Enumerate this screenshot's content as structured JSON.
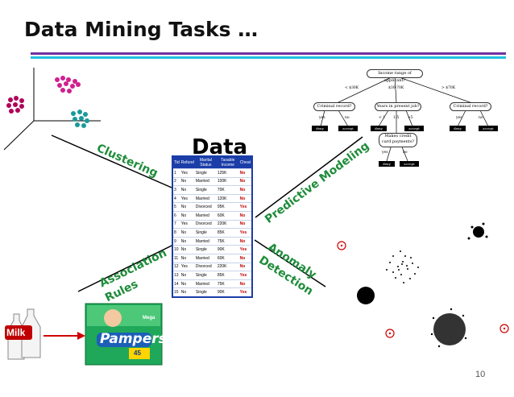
{
  "title": "Data Mining Tasks …",
  "center_label": "Data",
  "tasks": {
    "clustering": "Clustering",
    "predictive_modeling": "Predictive Modeling",
    "association_line1": "Association",
    "association_line2": "Rules",
    "anomaly_line1": "Anomaly",
    "anomaly_line2": "Detection"
  },
  "table": {
    "headers": [
      "Tid",
      "Refund",
      "Marital Status",
      "Taxable Income",
      "Cheat"
    ],
    "rows": [
      [
        "1",
        "Yes",
        "Single",
        "125K",
        "No"
      ],
      [
        "2",
        "No",
        "Married",
        "100K",
        "No"
      ],
      [
        "3",
        "No",
        "Single",
        "70K",
        "No"
      ],
      [
        "4",
        "Yes",
        "Married",
        "120K",
        "No"
      ],
      [
        "5",
        "No",
        "Divorced",
        "95K",
        "Yes"
      ],
      [
        "6",
        "No",
        "Married",
        "60K",
        "No"
      ],
      [
        "7",
        "Yes",
        "Divorced",
        "220K",
        "No"
      ],
      [
        "8",
        "No",
        "Single",
        "85K",
        "Yes"
      ],
      [
        "9",
        "No",
        "Married",
        "75K",
        "No"
      ],
      [
        "10",
        "No",
        "Single",
        "90K",
        "Yes"
      ],
      [
        "11",
        "No",
        "Married",
        "60K",
        "No"
      ],
      [
        "12",
        "Yes",
        "Divorced",
        "220K",
        "No"
      ],
      [
        "13",
        "No",
        "Single",
        "85K",
        "Yes"
      ],
      [
        "14",
        "No",
        "Married",
        "75K",
        "No"
      ],
      [
        "15",
        "No",
        "Single",
        "90K",
        "Yes"
      ]
    ]
  },
  "tree": {
    "root": "Income range of applicant?",
    "branch_left": "< $30K",
    "branch_mid": "$30-70K",
    "branch_right": "> $70K",
    "node_criminal_left": "Criminal record?",
    "node_years": "Years in present job?",
    "node_criminal_right": "Criminal record?",
    "node_makes_credit": "Makes credit card payments?",
    "yes": "yes",
    "no": "no",
    "lt1": "< 1",
    "one_to_five": "1-5",
    "gt5": ">5",
    "deny": "deny",
    "accept": "accept"
  },
  "milk_label": "Milk",
  "product": {
    "brand": "Pampers",
    "size_badge": "Mega",
    "count": "45"
  },
  "page_number": "10",
  "colors": {
    "task_label": "#1e8c3a",
    "table_header": "#1a3da8",
    "cheat_value": "#c00000",
    "cluster_magenta": "#c4187a",
    "cluster_teal": "#1a9a9a",
    "arrow": "#d00000",
    "rule_purple": "#7030a0",
    "rule_blue": "#20c0e0"
  }
}
